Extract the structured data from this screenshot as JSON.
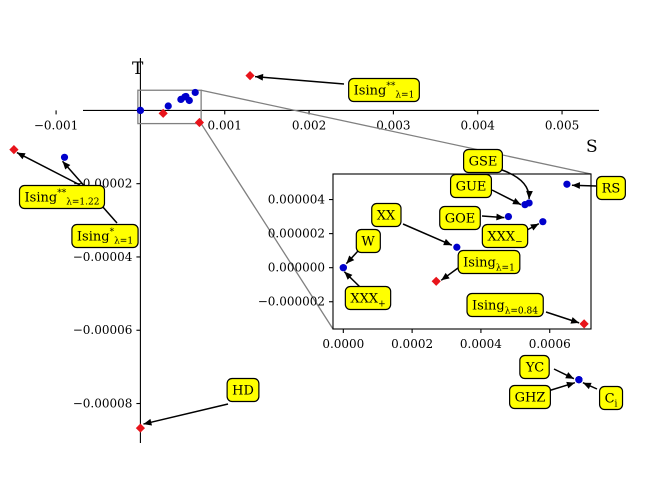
{
  "chart_data": {
    "type": "scatter",
    "xlabel": "S",
    "ylabel": "T",
    "colors": {
      "blue": "#0000cc",
      "red": "#e8141b",
      "annotation_fill": "#ffff00",
      "zoom_box": "#808080"
    },
    "xlim": [
      -0.00125,
      0.00545
    ],
    "ylim": [
      -9.05e-05,
      1.43e-05
    ],
    "x_ticks": [
      {
        "value": -0.001,
        "label": "−0.001"
      },
      {
        "value": 0.001,
        "label": "0.001"
      },
      {
        "value": 0.002,
        "label": "0.002"
      },
      {
        "value": 0.003,
        "label": "0.003"
      },
      {
        "value": 0.004,
        "label": "0.004"
      },
      {
        "value": 0.005,
        "label": "0.005"
      }
    ],
    "y_ticks": [
      {
        "value": -2e-05,
        "label": "−0.00002"
      },
      {
        "value": -4e-05,
        "label": "−0.00004"
      },
      {
        "value": -6e-05,
        "label": "−0.00006"
      },
      {
        "value": -8e-05,
        "label": "−0.00008"
      }
    ],
    "points": [
      {
        "id": "W",
        "x": 0.0,
        "y": 0.0,
        "color": "blue",
        "marker": "circle"
      },
      {
        "id": "XXX+",
        "x": 0.0,
        "y": 0.0,
        "color": "blue",
        "marker": "circle"
      },
      {
        "id": "XX",
        "x": 0.00033,
        "y": 1.2e-06,
        "color": "blue",
        "marker": "circle"
      },
      {
        "id": "GOE",
        "x": 0.00048,
        "y": 3e-06,
        "color": "blue",
        "marker": "circle"
      },
      {
        "id": "GUE",
        "x": 0.000528,
        "y": 3.7e-06,
        "color": "blue",
        "marker": "circle"
      },
      {
        "id": "GSE",
        "x": 0.00054,
        "y": 3.8e-06,
        "color": "blue",
        "marker": "circle"
      },
      {
        "id": "XXX-",
        "x": 0.00058,
        "y": 2.7e-06,
        "color": "blue",
        "marker": "circle"
      },
      {
        "id": "RS",
        "x": 0.00065,
        "y": 4.9e-06,
        "color": "blue",
        "marker": "circle"
      },
      {
        "id": "Ising(λ=1)",
        "x": 0.00027,
        "y": -8e-07,
        "color": "red",
        "marker": "diamond"
      },
      {
        "id": "Ising(λ=0.84)",
        "x": 0.0007,
        "y": -3.3e-06,
        "color": "red",
        "marker": "diamond"
      },
      {
        "id": "Ising**(λ=1)",
        "x": 0.0013,
        "y": 9.5e-06,
        "color": "red",
        "marker": "diamond"
      },
      {
        "id": "Ising**(λ=1.22)",
        "x": -0.0015,
        "y": -1.07e-05,
        "color": "red",
        "marker": "diamond"
      },
      {
        "id": "Ising*(λ=1)",
        "x": -0.0009,
        "y": -1.28e-05,
        "color": "blue",
        "marker": "circle"
      },
      {
        "id": "HD",
        "x": 0.0,
        "y": -8.67e-05,
        "color": "red",
        "marker": "diamond"
      },
      {
        "id": "YC",
        "x": 0.0052,
        "y": -7.35e-05,
        "color": "blue",
        "marker": "circle"
      },
      {
        "id": "GHZ",
        "x": 0.0052,
        "y": -7.35e-05,
        "color": "blue",
        "marker": "circle"
      },
      {
        "id": "Ci",
        "x": 0.0052,
        "y": -7.35e-05,
        "color": "blue",
        "marker": "circle"
      }
    ],
    "annotations": {
      "ising_ss_1": {
        "base": "Ising",
        "sup": "**",
        "sub": "λ=1"
      },
      "ising_ss_122": {
        "base": "Ising",
        "sup": "**",
        "sub": "λ=1.22"
      },
      "ising_s_1": {
        "base": "Ising",
        "sup": "*",
        "sub": "λ=1"
      },
      "hd": {
        "base": "HD"
      },
      "yc": {
        "base": "YC"
      },
      "ghz": {
        "base": "GHZ"
      },
      "ci": {
        "base": "C",
        "sub": "i"
      },
      "rs": {
        "base": "RS"
      },
      "gse": {
        "base": "GSE"
      },
      "gue": {
        "base": "GUE"
      },
      "goe": {
        "base": "GOE"
      },
      "xx": {
        "base": "XX"
      },
      "xxx_minus": {
        "base": "XXX",
        "sub": "−"
      },
      "w": {
        "base": "W"
      },
      "ising_1": {
        "base": "Ising",
        "sub": "λ=1"
      },
      "xxx_plus": {
        "base": "XXX",
        "sub": "+"
      },
      "ising_084": {
        "base": "Ising",
        "sub": "λ=0.84"
      }
    },
    "inset": {
      "xlim": [
        -3e-05,
        0.00072
      ],
      "ylim": [
        -3.6e-06,
        5.5e-06
      ],
      "x_ticks": [
        {
          "value": 0.0,
          "label": "0.0000"
        },
        {
          "value": 0.0002,
          "label": "0.0002"
        },
        {
          "value": 0.0004,
          "label": "0.0004"
        },
        {
          "value": 0.0006,
          "label": "0.0006"
        }
      ],
      "y_ticks": [
        {
          "value": 4e-06,
          "label": "0.000004"
        },
        {
          "value": 2e-06,
          "label": "0.000002"
        },
        {
          "value": 0.0,
          "label": "0.000000"
        },
        {
          "value": -2e-06,
          "label": "−0.000002"
        }
      ]
    }
  }
}
